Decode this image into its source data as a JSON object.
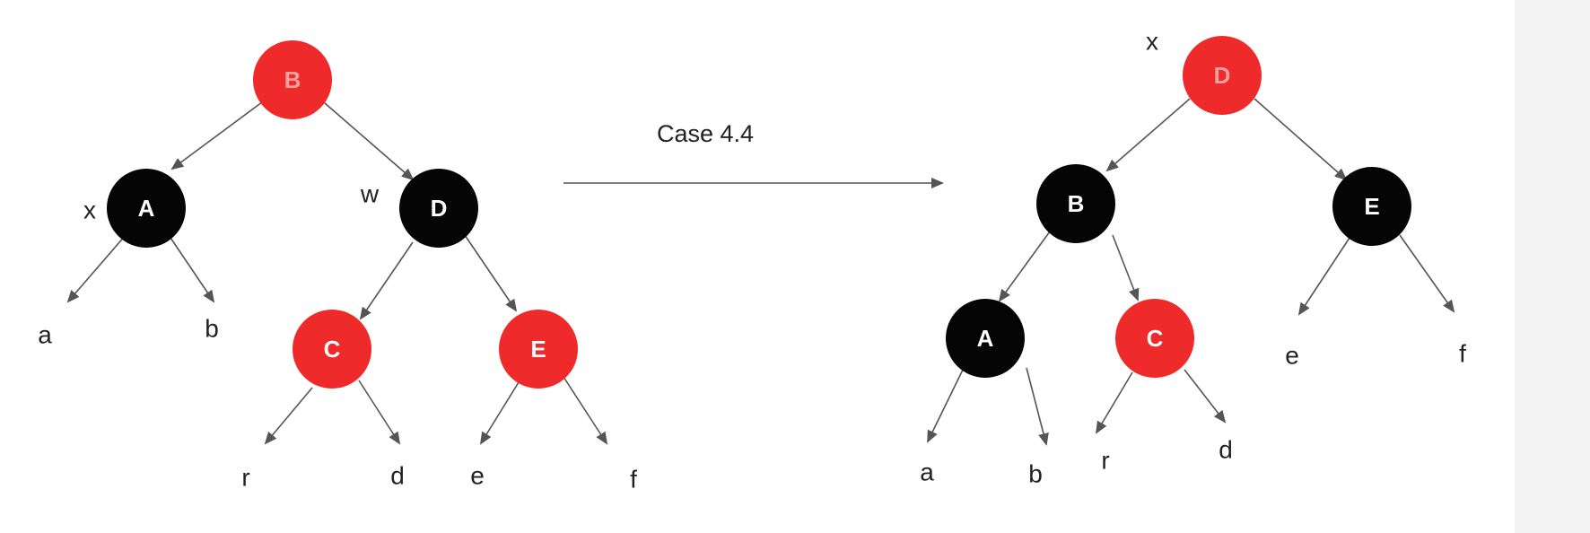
{
  "colors": {
    "red_node": "#ee2a2a",
    "black_node": "#050505",
    "red_node_label_before": "#f2a0a0",
    "black_node_label": "#ffffff",
    "edge": "#555555",
    "side_panel": "#f3f3f3"
  },
  "transition": {
    "label": "Case 4.4"
  },
  "before_tree": {
    "nodes": {
      "B": {
        "label": "B",
        "color": "red"
      },
      "A": {
        "label": "A",
        "color": "black"
      },
      "D": {
        "label": "D",
        "color": "black"
      },
      "C": {
        "label": "C",
        "color": "red"
      },
      "E": {
        "label": "E",
        "color": "red"
      }
    },
    "markers": {
      "x": "x",
      "w": "w"
    },
    "leaves": {
      "a": "a",
      "b": "b",
      "r": "r",
      "d": "d",
      "e": "e",
      "f": "f"
    }
  },
  "after_tree": {
    "nodes": {
      "D": {
        "label": "D",
        "color": "red"
      },
      "B": {
        "label": "B",
        "color": "black"
      },
      "E": {
        "label": "E",
        "color": "black"
      },
      "A": {
        "label": "A",
        "color": "black"
      },
      "C": {
        "label": "C",
        "color": "red"
      }
    },
    "markers": {
      "x": "x"
    },
    "leaves": {
      "a": "a",
      "b": "b",
      "r": "r",
      "d": "d",
      "e": "e",
      "f": "f"
    }
  }
}
